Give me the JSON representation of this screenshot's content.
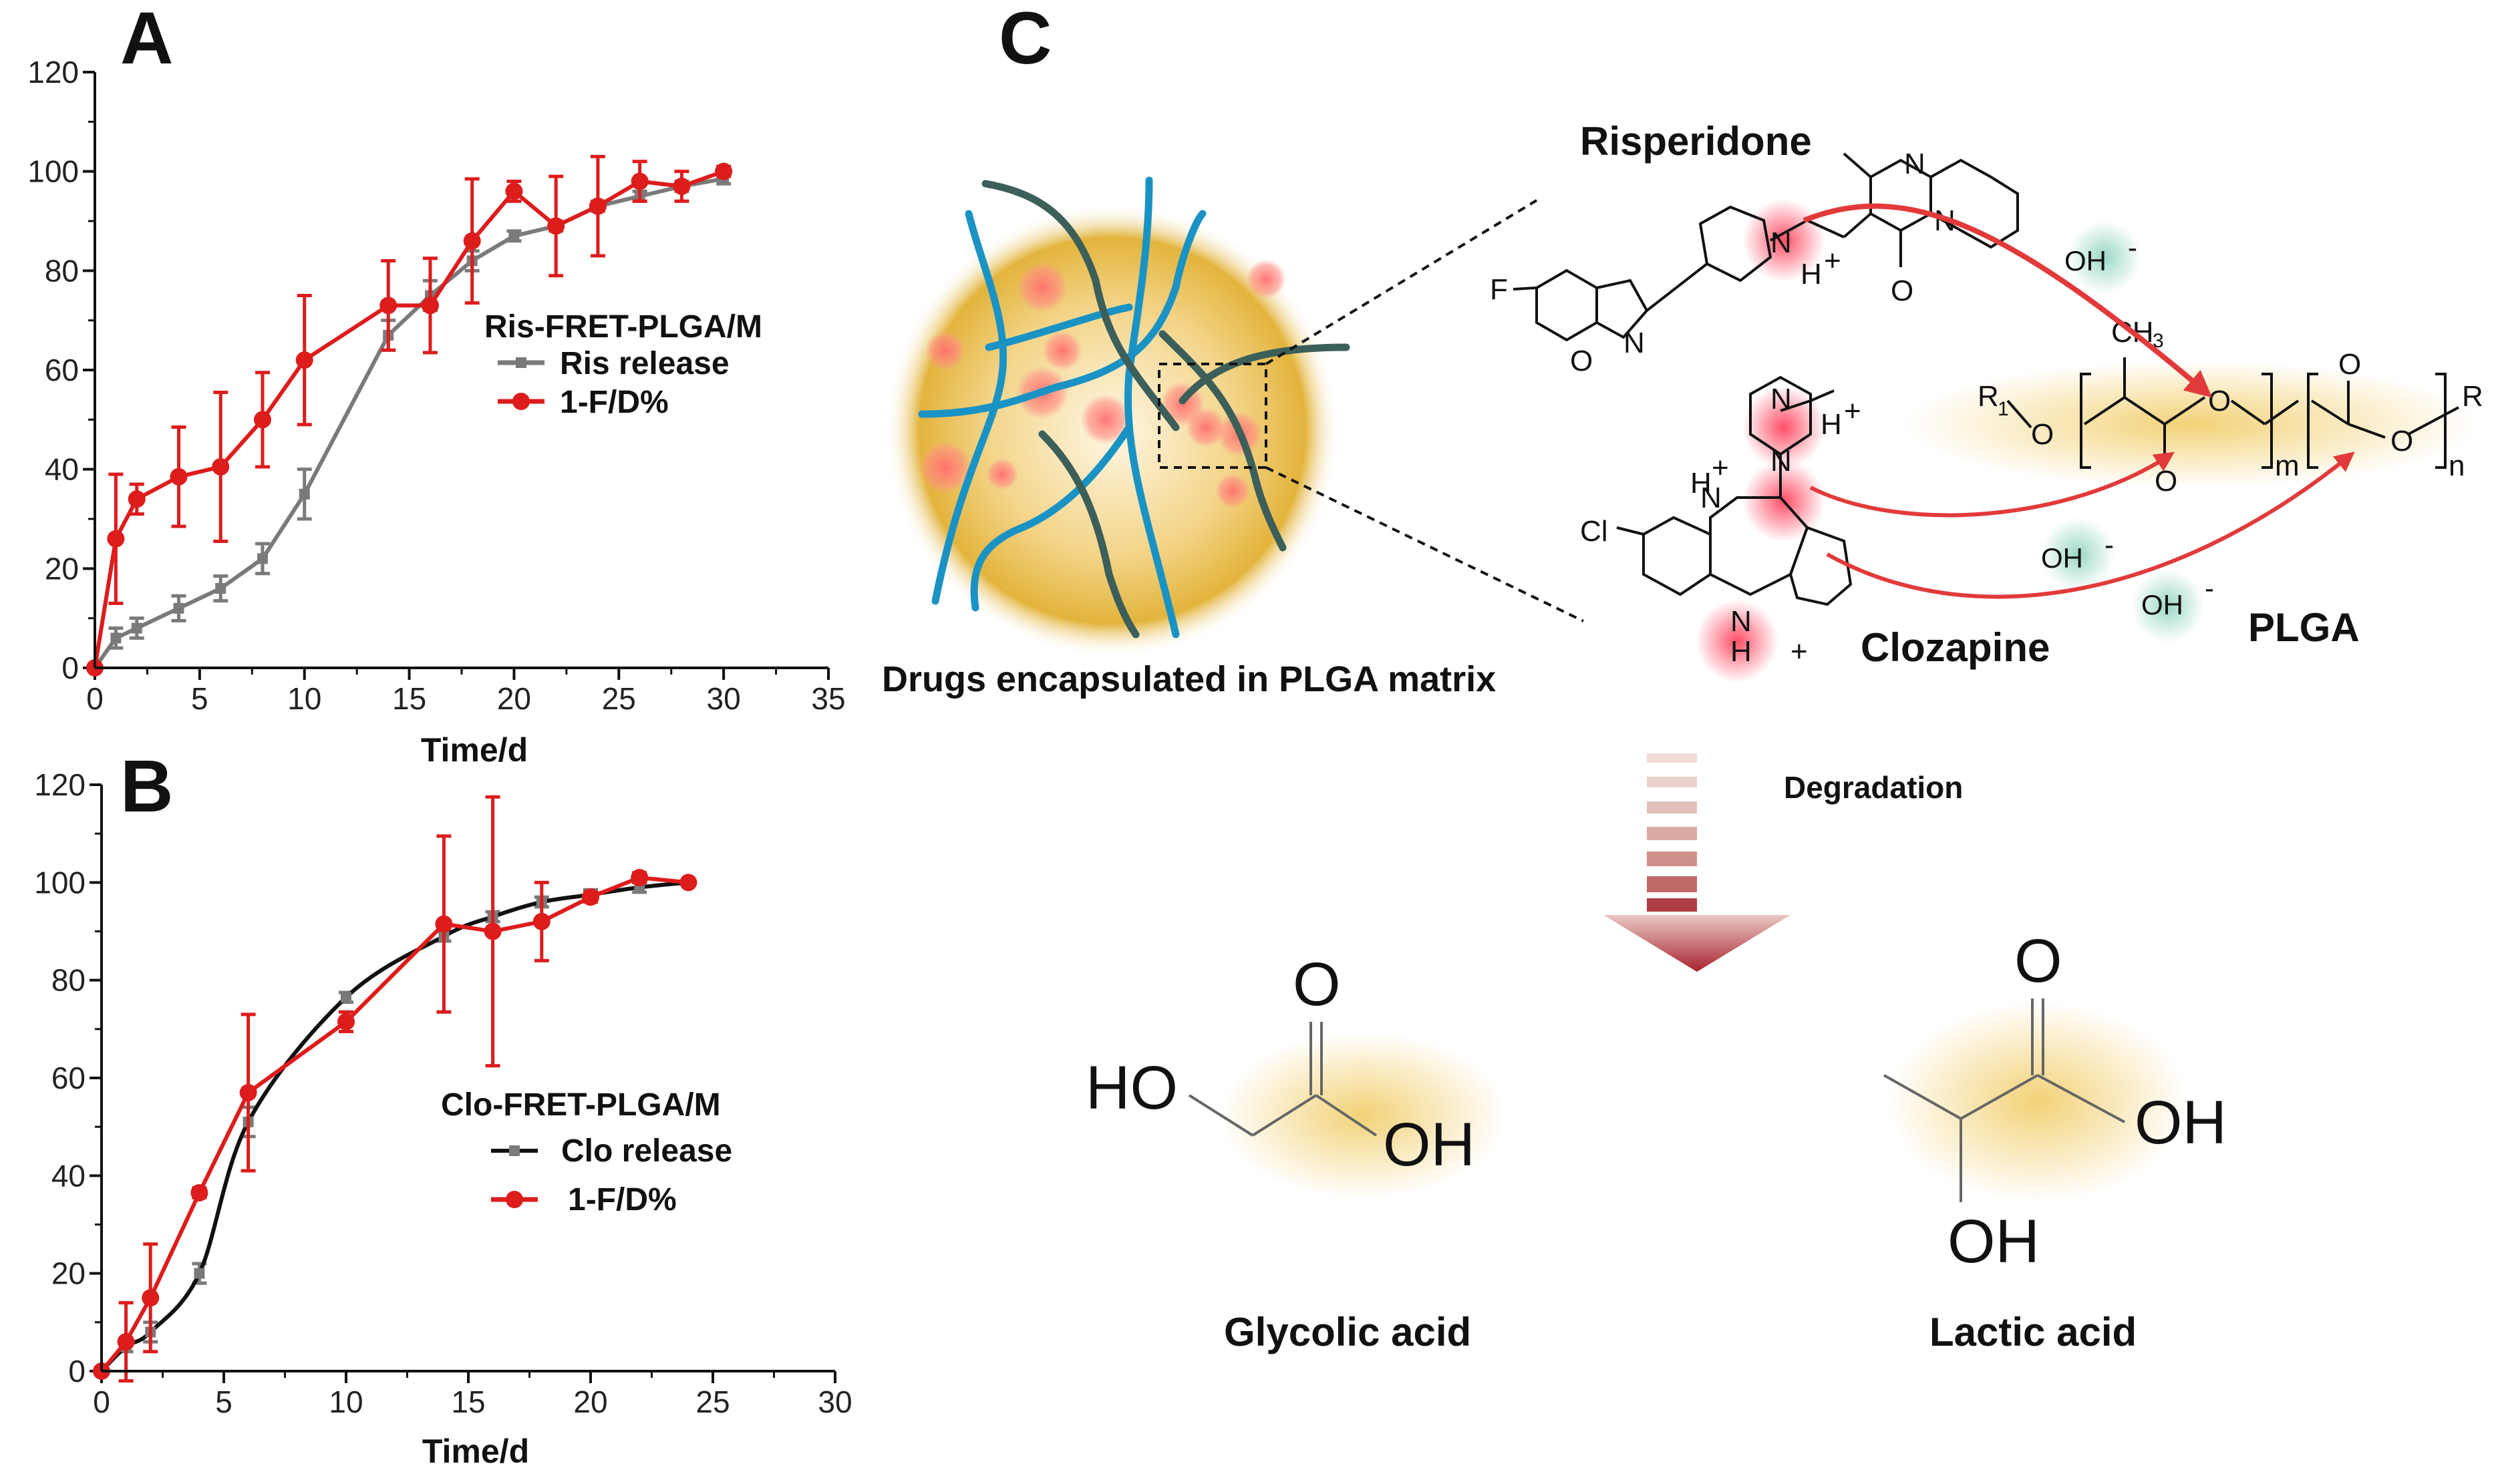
{
  "colors": {
    "red": "#dd1c1c",
    "gray": "#7a7a7a",
    "black": "#111111",
    "blue": "#1a93c4",
    "gold": "#e8b62a",
    "teal_glow": "#9fd8c9"
  },
  "panels": {
    "a": "A",
    "b": "B",
    "c": "C"
  },
  "chart_data": [
    {
      "type": "line",
      "panel": "A",
      "xlabel": "Time/d",
      "ylabel": "",
      "xlim": [
        0,
        35
      ],
      "ylim": [
        0,
        120
      ],
      "xticks": [
        "0",
        "5",
        "10",
        "15",
        "20",
        "25",
        "30",
        "35"
      ],
      "yticks": [
        "0",
        "20",
        "40",
        "60",
        "80",
        "100",
        "120"
      ],
      "legend_title": "Ris-FRET-PLGA/M",
      "legend_placement": "right",
      "series": [
        {
          "name": "Ris release",
          "color": "#7a7a7a",
          "marker": "square",
          "x": [
            0,
            1,
            2,
            4,
            6,
            8,
            10,
            14,
            16,
            18,
            20,
            22,
            24,
            26,
            28,
            30
          ],
          "y": [
            0,
            6,
            8,
            12,
            16,
            22,
            35,
            67,
            75,
            82,
            87,
            89,
            93,
            95,
            97,
            98.5
          ],
          "err": [
            0,
            2,
            2,
            2.5,
            2.5,
            3,
            5,
            3,
            3,
            2,
            1,
            1,
            1,
            1,
            1,
            1
          ]
        },
        {
          "name": "1-F/D%",
          "color": "#dd1c1c",
          "marker": "circle",
          "x": [
            0,
            1,
            2,
            4,
            6,
            8,
            10,
            14,
            16,
            18,
            20,
            22,
            24,
            26,
            28,
            30
          ],
          "y": [
            0,
            26,
            34,
            38.5,
            40.5,
            50,
            62,
            73,
            73,
            86,
            96,
            89,
            93,
            98,
            97,
            100
          ],
          "err": [
            0,
            13,
            3,
            10,
            15,
            9.5,
            13,
            9,
            9.5,
            12.5,
            2,
            10,
            10,
            4,
            3,
            1
          ]
        }
      ]
    },
    {
      "type": "line",
      "panel": "B",
      "xlabel": "Time/d",
      "ylabel": "",
      "xlim": [
        0,
        30
      ],
      "ylim": [
        0,
        120
      ],
      "xticks": [
        "0",
        "5",
        "10",
        "15",
        "20",
        "25",
        "30"
      ],
      "yticks": [
        "0",
        "20",
        "40",
        "60",
        "80",
        "100",
        "120"
      ],
      "legend_title": "Clo-FRET-PLGA/M",
      "legend_placement": "right",
      "series": [
        {
          "name": "Clo release",
          "color": "#111111",
          "marker_color": "#7a7a7a",
          "marker": "square",
          "smooth": true,
          "x": [
            0,
            1,
            2,
            4,
            6,
            10,
            14,
            16,
            18,
            20,
            22,
            24
          ],
          "y": [
            0,
            5,
            8,
            20,
            51,
            76.5,
            89,
            93,
            96,
            97.5,
            99,
            100
          ],
          "err": [
            0,
            1,
            2,
            2,
            3,
            1,
            1,
            1,
            1,
            1,
            1,
            0.5
          ]
        },
        {
          "name": "1-F/D%",
          "color": "#dd1c1c",
          "marker": "circle",
          "x": [
            0,
            1,
            2,
            4,
            6,
            10,
            14,
            16,
            18,
            20,
            22,
            24
          ],
          "y": [
            0,
            6,
            15,
            36.5,
            57,
            71.5,
            91.5,
            90,
            92,
            97,
            101,
            100
          ],
          "err": [
            0,
            8,
            11,
            1,
            16,
            2,
            18,
            27.5,
            8,
            1,
            1,
            0.5
          ]
        }
      ]
    }
  ],
  "schematic": {
    "caption": "Drugs encapsulated in PLGA matrix",
    "risperidone": "Risperidone",
    "clozapine": "Clozapine",
    "plga": "PLGA",
    "degradation": "Degradation",
    "glycolic_acid": "Glycolic acid",
    "lactic_acid": "Lactic acid",
    "oh": "OH",
    "minus": "-",
    "h_plus": "H",
    "plus": "+",
    "ch3": "CH",
    "sub3": "3",
    "atoms": {
      "F": "F",
      "N": "N",
      "O": "O",
      "Cl": "Cl",
      "H": "H",
      "R1": "R",
      "sub1": "1",
      "m": "m",
      "n": "n"
    },
    "ho": "HO"
  }
}
